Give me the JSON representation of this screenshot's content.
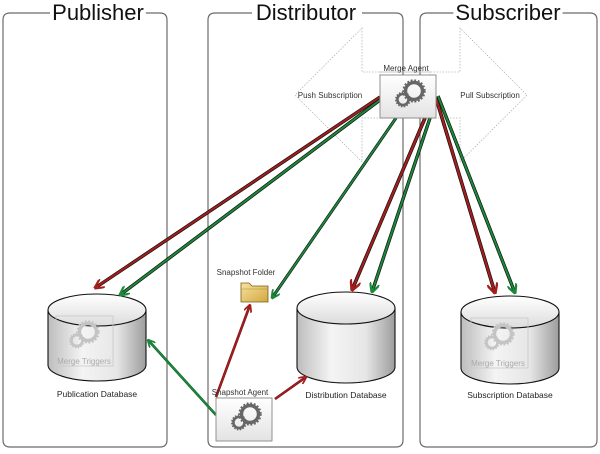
{
  "lanes": [
    {
      "id": "publisher",
      "title": "Publisher"
    },
    {
      "id": "distributor",
      "title": "Distributor"
    },
    {
      "id": "subscriber",
      "title": "Subscriber"
    }
  ],
  "merge_agent": {
    "label": "Merge Agent"
  },
  "snapshot_agent": {
    "label": "Snapshot Agent"
  },
  "snapshot_folder": {
    "label": "Snapshot Folder"
  },
  "push_subscription": {
    "label": "Push Subscription"
  },
  "pull_subscription": {
    "label": "Pull Subscription"
  },
  "databases": {
    "publication": {
      "label": "Publication Database",
      "inner_label": "Merge Triggers"
    },
    "distribution": {
      "label": "Distribution Database"
    },
    "subscription": {
      "label": "Subscription Database",
      "inner_label": "Merge Triggers"
    }
  },
  "colors": {
    "red_arrow": "#a51d1d",
    "green_arrow": "#1a8a3a",
    "lane_border": "#6b6b6b",
    "folder": "#e8c96a"
  },
  "connections": [
    {
      "from": "merge_agent",
      "to": "publication_db",
      "color": "red"
    },
    {
      "from": "merge_agent",
      "to": "publication_db",
      "color": "green"
    },
    {
      "from": "merge_agent",
      "to": "snapshot_folder",
      "color": "green"
    },
    {
      "from": "merge_agent",
      "to": "distribution_db",
      "color": "red"
    },
    {
      "from": "merge_agent",
      "to": "distribution_db",
      "color": "green"
    },
    {
      "from": "merge_agent",
      "to": "subscription_db",
      "color": "red"
    },
    {
      "from": "merge_agent",
      "to": "subscription_db",
      "color": "green"
    },
    {
      "from": "snapshot_agent",
      "to": "snapshot_folder",
      "color": "red"
    },
    {
      "from": "snapshot_agent",
      "to": "distribution_db",
      "color": "red"
    },
    {
      "from": "snapshot_agent",
      "to": "publication_db",
      "color": "green"
    }
  ]
}
